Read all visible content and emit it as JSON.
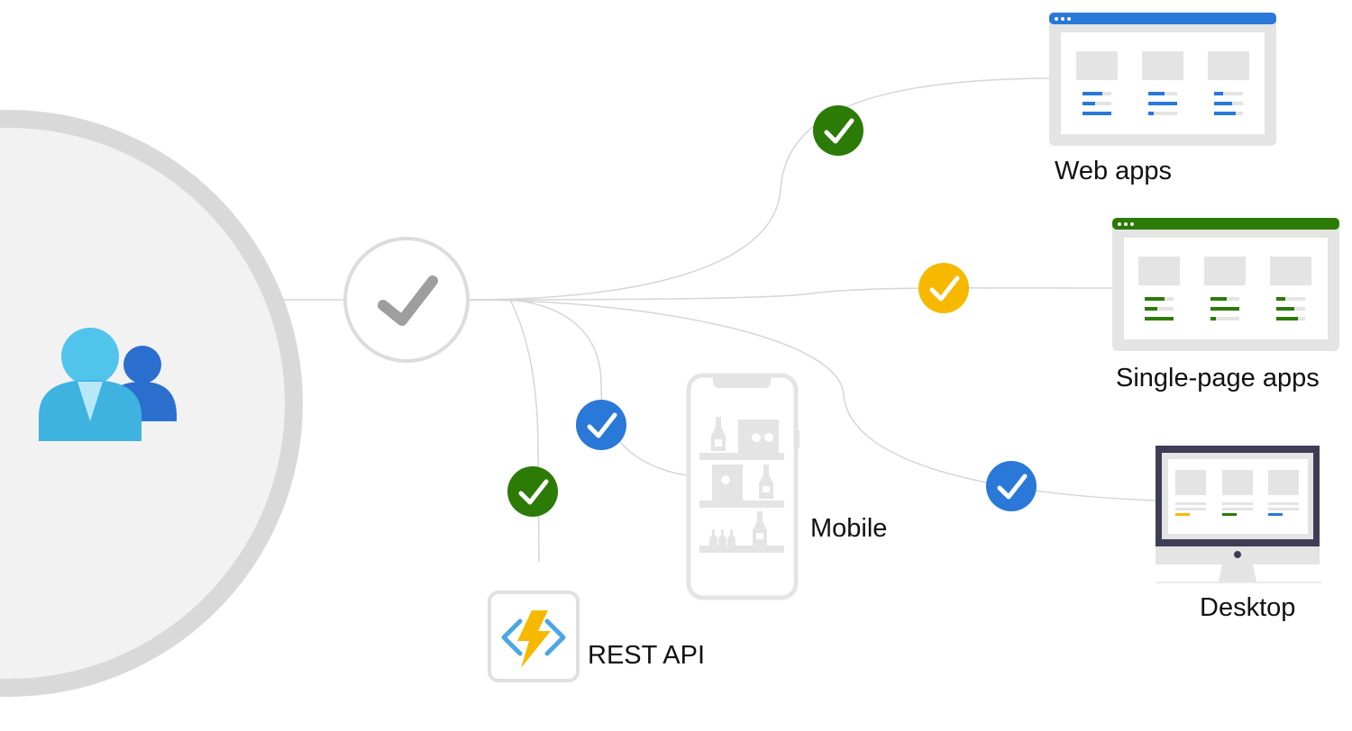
{
  "labels": {
    "web_apps": "Web apps",
    "single_page_apps": "Single-page apps",
    "mobile": "Mobile",
    "desktop": "Desktop",
    "rest_api": "REST API"
  },
  "colors": {
    "green": "#2b7b06",
    "yellow": "#f6b900",
    "blue": "#2a78d8",
    "gray_check": "#9e9e9e",
    "line": "#d6d6d6",
    "panel": "#e4e4e4",
    "user_light": "#4dc2ea",
    "user_dark": "#2b6fce",
    "monitor": "#3f3d56",
    "bolt": "#f6b900",
    "brackets": "#4ba6e6"
  },
  "icons": {
    "users": "users-icon",
    "hub": "checkmark-circle-icon",
    "web_check": "green-check-icon",
    "spa_check": "yellow-check-icon",
    "mobile_check": "blue-check-icon",
    "desktop_check": "blue-check-icon",
    "api_check": "green-check-icon",
    "api": "function-lightning-icon"
  }
}
